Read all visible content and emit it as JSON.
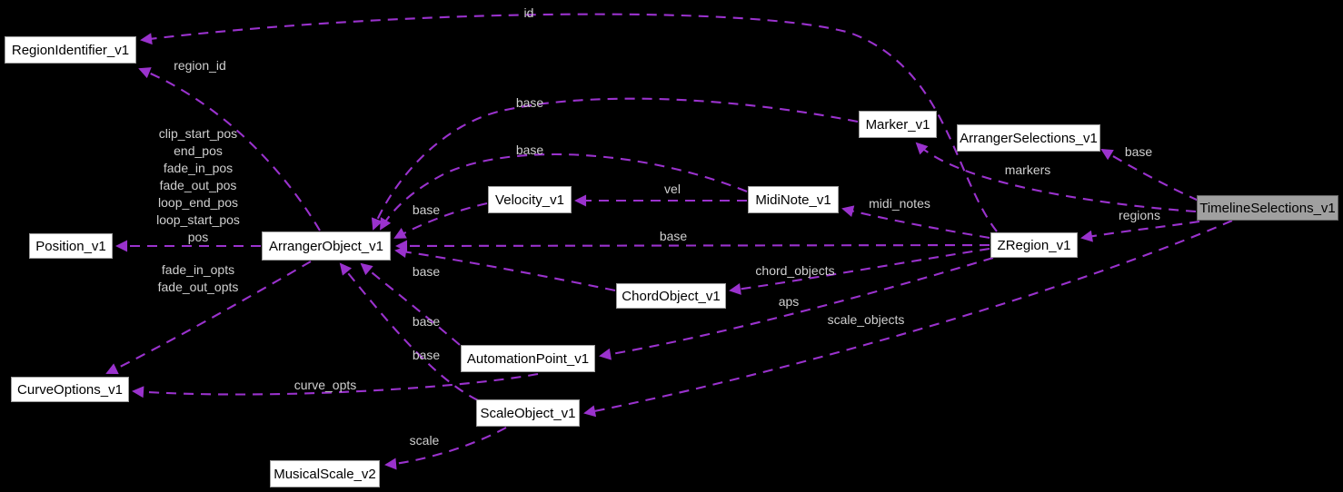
{
  "colors": {
    "background": "#000000",
    "edge": "#9a32cd",
    "node_fill": "#ffffff",
    "node_border": "#9e9e9e",
    "node_text": "#000000",
    "selected_node_fill": "#a0a0a0",
    "selected_node_border": "#666666",
    "edge_label_text": "#cfcfcf"
  },
  "nodes": {
    "region_identifier": "RegionIdentifier_v1",
    "position": "Position_v1",
    "curve_options": "CurveOptions_v1",
    "arranger_object": "ArrangerObject_v1",
    "velocity": "Velocity_v1",
    "midi_note": "MidiNote_v1",
    "marker": "Marker_v1",
    "arranger_selections": "ArrangerSelections_v1",
    "timeline_selections": "TimelineSelections_v1",
    "zregion": "ZRegion_v1",
    "chord_object": "ChordObject_v1",
    "automation_point": "AutomationPoint_v1",
    "scale_object": "ScaleObject_v1",
    "musical_scale": "MusicalScale_v2"
  },
  "labels": {
    "id": "id",
    "region_id": "region_id",
    "base": "base",
    "clip_start_pos": "clip_start_pos",
    "end_pos": "end_pos",
    "fade_in_pos": "fade_in_pos",
    "fade_out_pos": "fade_out_pos",
    "loop_end_pos": "loop_end_pos",
    "loop_start_pos": "loop_start_pos",
    "pos": "pos",
    "fade_in_opts": "fade_in_opts",
    "fade_out_opts": "fade_out_opts",
    "vel": "vel",
    "midi_notes": "midi_notes",
    "markers": "markers",
    "regions": "regions",
    "chord_objects": "chord_objects",
    "aps": "aps",
    "scale_objects": "scale_objects",
    "curve_opts": "curve_opts",
    "scale": "scale"
  }
}
